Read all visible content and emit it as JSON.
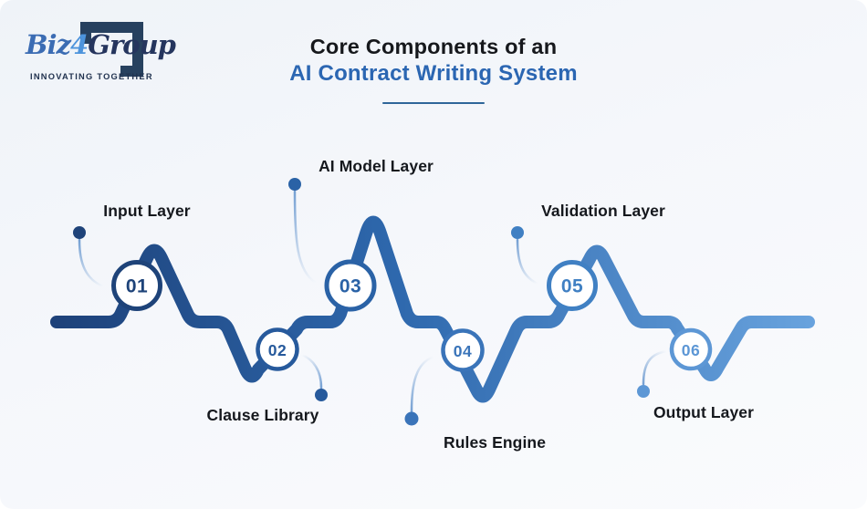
{
  "logo": {
    "brand_biz": "Biz",
    "brand_4": "4",
    "brand_group": "Group",
    "tagline": "INNOVATING TOGETHER",
    "colors": {
      "biz": "#3b6cb3",
      "four": "#4d94dc",
      "group": "#25355e",
      "mark": "#27415f",
      "tagline": "#21324f"
    }
  },
  "title": {
    "line1": "Core Components of an",
    "line2": "AI Contract Writing System",
    "line1_color": "#16181c",
    "line2_color": "#2b66b2",
    "underline_color": "#2f6699"
  },
  "theme": {
    "canvas_bg_top": "#eff3f8",
    "canvas_bg_bottom": "#fafbfd",
    "wave_gradient": [
      "#1d4179",
      "#2e68ad",
      "#69a3de"
    ]
  },
  "diagram": {
    "steps": [
      {
        "number": "01",
        "label": "Input Layer",
        "color": "#1e4379",
        "label_position": "above"
      },
      {
        "number": "02",
        "label": "Clause Library",
        "color": "#275a9c",
        "label_position": "below"
      },
      {
        "number": "03",
        "label": "AI Model Layer",
        "color": "#2a62a6",
        "label_position": "above"
      },
      {
        "number": "04",
        "label": "Rules Engine",
        "color": "#3a74b9",
        "label_position": "below"
      },
      {
        "number": "05",
        "label": "Validation Layer",
        "color": "#4080c3",
        "label_position": "above"
      },
      {
        "number": "06",
        "label": "Output Layer",
        "color": "#5d97d5",
        "label_position": "below"
      }
    ]
  }
}
